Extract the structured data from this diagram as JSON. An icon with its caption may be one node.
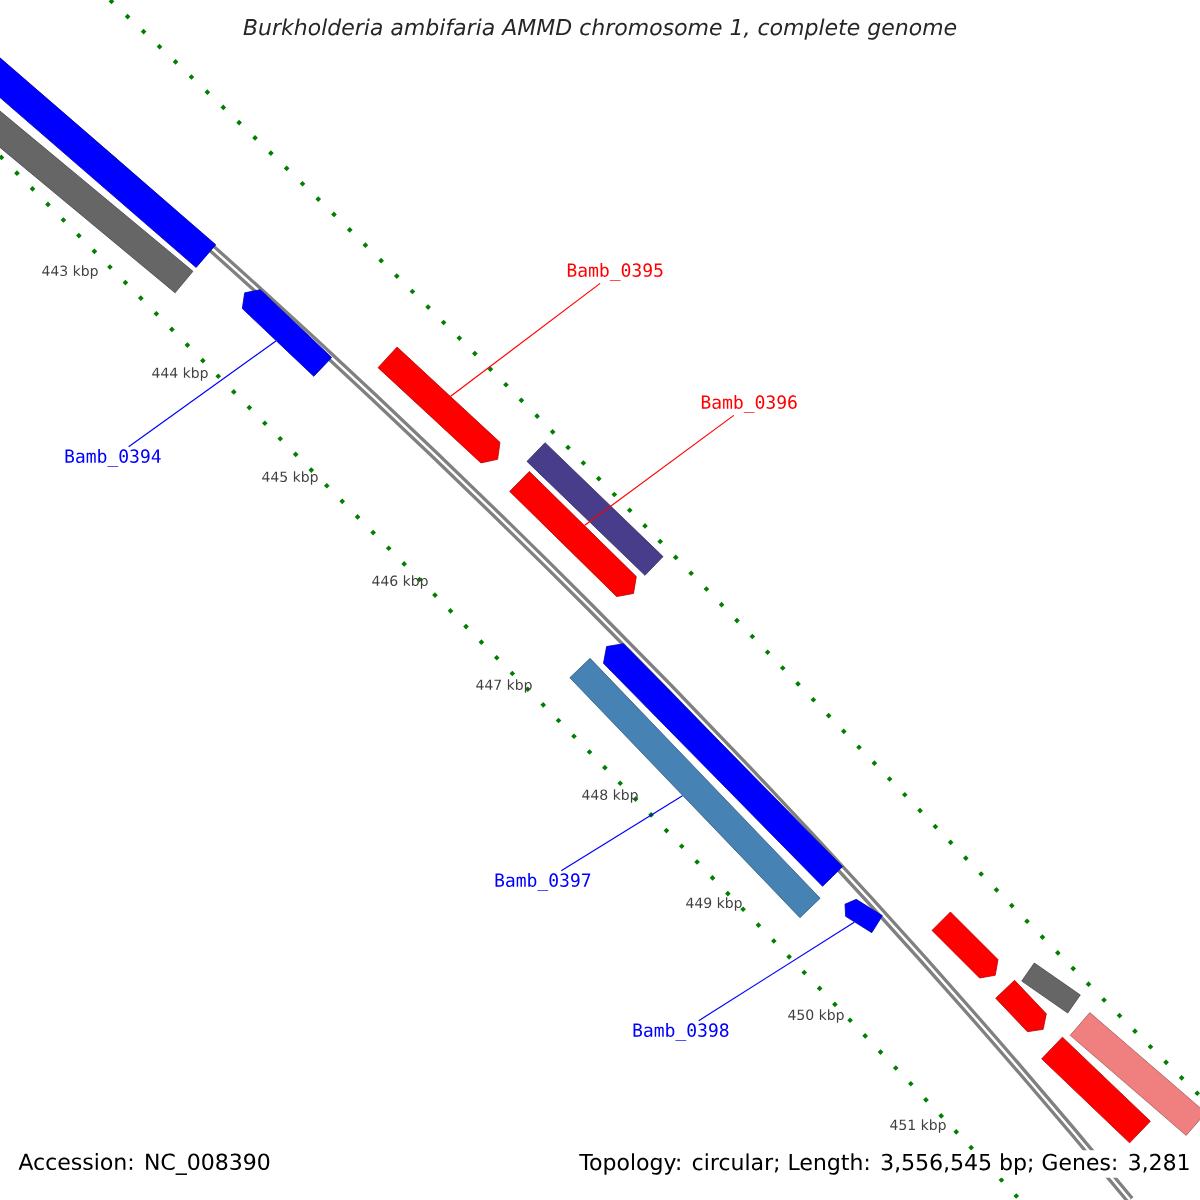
{
  "diagram": {
    "title": "Burkholderia ambifaria AMMD chromosome 1, complete genome",
    "nodes": [
      {
        "text": [
          "Bamb_0395"
        ]
      },
      {
        "text": [
          "Bamb_0396"
        ]
      },
      {
        "text": [
          "Bamb_0394"
        ]
      },
      {
        "text": [
          "Bamb_0397"
        ]
      },
      {
        "text": [
          "Bamb_0398"
        ]
      },
      {
        "text": [],
        "shape": "bar"
      },
      {
        "text": [],
        "shape": "bar"
      },
      {
        "text": [],
        "shape": "bar"
      },
      {
        "text": [],
        "shape": "bar"
      },
      {
        "text": [],
        "shape": "bar"
      },
      {
        "text": [],
        "shape": "bar"
      },
      {
        "text": [],
        "shape": "bar"
      },
      {
        "text": [],
        "shape": "bar"
      },
      {
        "text": [],
        "shape": "bar"
      },
      {
        "text": [],
        "shape": "bar"
      },
      {
        "text": [],
        "shape": "bar"
      },
      {
        "text": [],
        "shape": "bar"
      },
      {
        "text": [],
        "shape": "bar"
      },
      {
        "text": [],
        "shape": "bar"
      }
    ],
    "edges": [
      {
        "from": 0,
        "to": 6,
        "arrow": "none",
        "color": "#ff0000"
      },
      {
        "from": 1,
        "to": 7,
        "arrow": "none",
        "color": "#ff0000"
      },
      {
        "from": 2,
        "to": 5,
        "arrow": "none",
        "color": "#0000ff"
      },
      {
        "from": 3,
        "to": 8,
        "arrow": "none",
        "color": "#0000ff"
      },
      {
        "from": 4,
        "to": 9,
        "arrow": "none",
        "color": "#0000ff"
      }
    ],
    "labels": [
      "443 kbp",
      "444 kbp",
      "445 kbp",
      "446 kbp",
      "447 kbp",
      "448 kbp",
      "449 kbp",
      "450 kbp",
      "451 kbp",
      "Accession: NC_008390",
      "Topology: circular; Length: 3,556,545 bp; Genes: 3,281"
    ]
  }
}
